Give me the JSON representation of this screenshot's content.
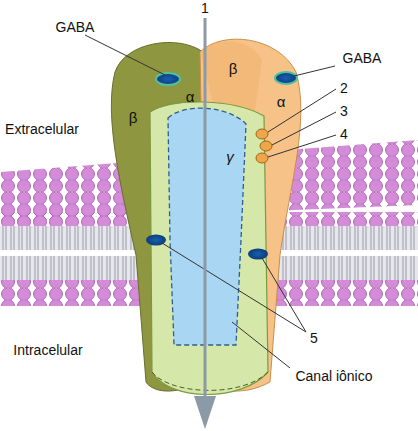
{
  "diagram": {
    "labels": [
      "1",
      "GABA",
      "GABA",
      "β",
      "α",
      "β",
      "α",
      "2",
      "3",
      "4",
      "Extracelular",
      "γ",
      "5",
      "Intracelular",
      "Canal iônico"
    ]
  }
}
